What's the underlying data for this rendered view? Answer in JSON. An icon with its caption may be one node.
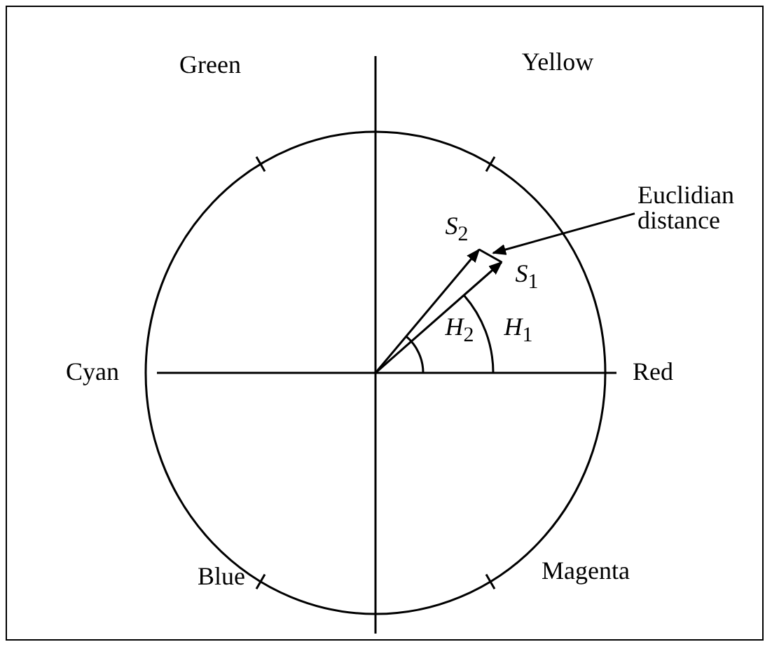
{
  "diagram": {
    "nodes": [
      {
        "text": [
          "Euclidian distance"
        ]
      },
      {
        "text": [],
        "shape": "bar"
      }
    ],
    "edges": [
      {
        "from": 0,
        "to": 1,
        "arrow": "to"
      }
    ],
    "labels": [
      "Green",
      "Yellow",
      "*S*$_{2}$",
      "*S*$_{1}$",
      "Cyan",
      "*H*$_{2}$",
      "*H*$_{1}$",
      "Red",
      "Blue",
      "Magenta"
    ]
  }
}
